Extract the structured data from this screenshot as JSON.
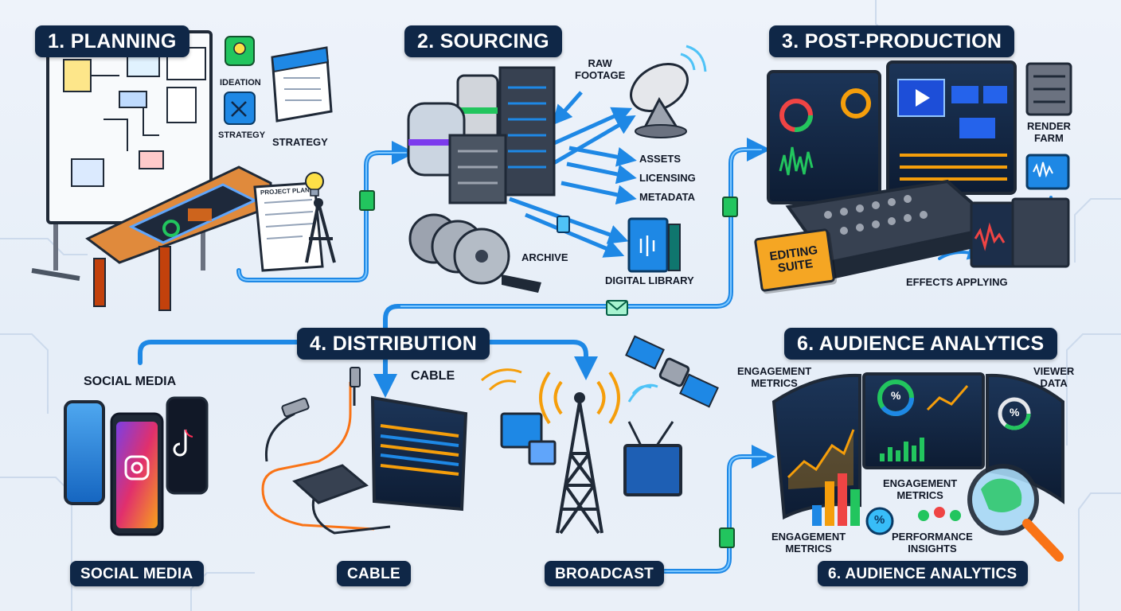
{
  "stages": {
    "planning": "1. PLANNING",
    "sourcing": "2. SOURCING",
    "post_production": "3. POST-PRODUCTION",
    "distribution": "4. DISTRIBUTION",
    "analytics": "6. AUDIENCE ANALYTICS",
    "analytics_bottom": "6. AUDIENCE ANALYTICS"
  },
  "planning": {
    "ideation": "IDEATION",
    "strategy_small": "STRATEGY",
    "strategy": "STRATEGY",
    "project_plan": "PROJECT PLAN"
  },
  "sourcing": {
    "raw_footage_line1": "RAW",
    "raw_footage_line2": "FOOTAGE",
    "assets": "ASSETS",
    "licensing": "LICENSING",
    "metadata": "METADATA",
    "archive": "ARCHIVE",
    "digital_library": "DIGITAL LIBRARY"
  },
  "post": {
    "render_farm_line1": "RENDER",
    "render_farm_line2": "FARM",
    "editing_suite_line1": "EDITING",
    "editing_suite_line2": "SUITE",
    "effects": "EFFECTS APPLYING"
  },
  "distribution": {
    "social_media": "SOCIAL MEDIA",
    "cable": "CABLE",
    "social_media_pill": "SOCIAL MEDIA",
    "cable_pill": "CABLE",
    "broadcast_pill": "BROADCAST"
  },
  "analytics": {
    "engagement_top_line1": "ENGAGEMENT",
    "engagement_top_line2": "METRICS",
    "viewer_data_line1": "VIEWER",
    "viewer_data_line2": "DATA",
    "engagement_mid_line1": "ENGAGEMENT",
    "engagement_mid_line2": "METRICS",
    "engagement_low_line1": "ENGAGEMENT",
    "engagement_low_line2": "METRICS",
    "performance_line1": "PERFORMANCE",
    "performance_line2": "INSIGHTS",
    "pct_a": "%",
    "pct_b": "%",
    "pct_c": "%"
  },
  "colors": {
    "navy": "#0f2747",
    "flow_blue": "#1e88e5",
    "flow_light": "#4fc3f7",
    "accent_orange": "#f5a623"
  }
}
